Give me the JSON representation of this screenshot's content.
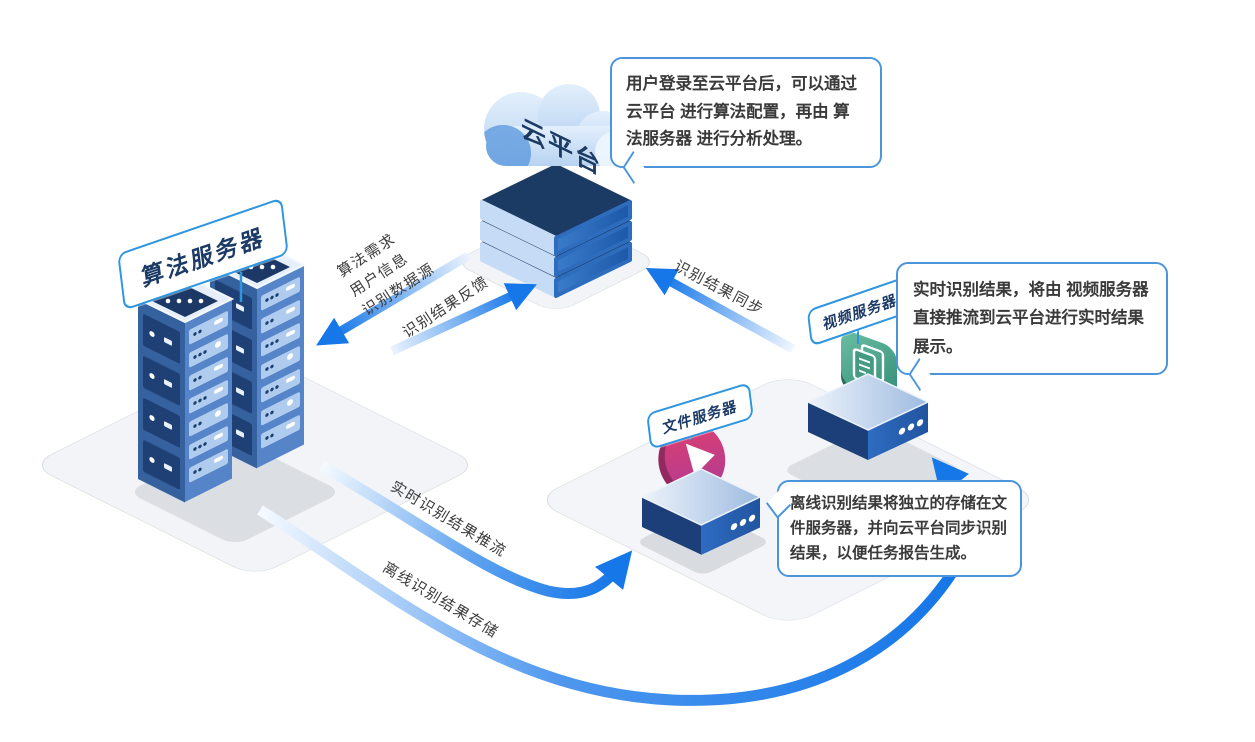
{
  "nodes": {
    "cloud": {
      "label": "云平台"
    },
    "algo": {
      "label": "算法服务器"
    },
    "video": {
      "label": "视频服务器"
    },
    "file": {
      "label": "文件服务器"
    }
  },
  "arrow_labels": {
    "demand_line1": "算法需求",
    "demand_line2": "用户信息",
    "demand_line3": "识别数据源",
    "feedback": "识别结果反馈",
    "sync": "识别结果同步",
    "push": "实时识别结果推流",
    "store": "离线识别结果存储"
  },
  "callouts": {
    "cloud_note": "用户登录至云平台后，可以通过 云平台 进行算法配置，再由 算法服务器 进行分析处理。",
    "video_note": "实时识别结果，将由 视频服务器 直接推流到云平台进行实时结果展示。",
    "file_note": "离线识别结果将独立的存储在文件服务器，并向云平台同步识别结果，以便任务报告生成。"
  },
  "colors": {
    "arrow_blue": "#1677E8",
    "bubble_border": "#4C95DB",
    "chip_border": "#2E96E0",
    "chip_text": "#1C3A66",
    "navy_panel": "#1B3866",
    "teal_badge": "#3F9B82",
    "pink_badge": "#C93A7E"
  }
}
